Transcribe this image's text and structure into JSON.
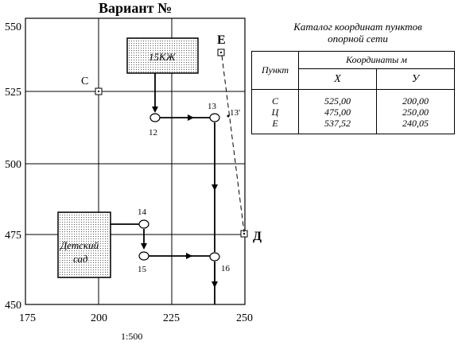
{
  "title": "Вариант №",
  "scale": "1:500",
  "catalog": {
    "title_line1": "Каталог координат пунктов",
    "title_line2": "опорной сети",
    "col_point": "Пункт",
    "col_coords": "Координаты   м",
    "col_x": "Х",
    "col_y": "У",
    "rows": [
      {
        "point": "С",
        "x": "525,00",
        "y": "200,00"
      },
      {
        "point": "Ц",
        "x": "475,00",
        "y": "250,00"
      },
      {
        "point": "Е",
        "x": "537,52",
        "y": "240,05"
      }
    ]
  },
  "axes": {
    "y_ticks": [
      "550",
      "525",
      "500",
      "475",
      "450"
    ],
    "x_ticks": [
      "175",
      "200",
      "225",
      "250"
    ]
  },
  "buildings": {
    "residential": "15КЖ",
    "kindergarten_line1": "Детский",
    "kindergarten_line2": "сад"
  },
  "control_points": {
    "c": "С",
    "e": "Е",
    "d": "Д"
  },
  "traverse_points": {
    "p12": "12",
    "p13": "13",
    "p13p": "13'",
    "p14": "14",
    "p15": "15",
    "p16": "16"
  }
}
